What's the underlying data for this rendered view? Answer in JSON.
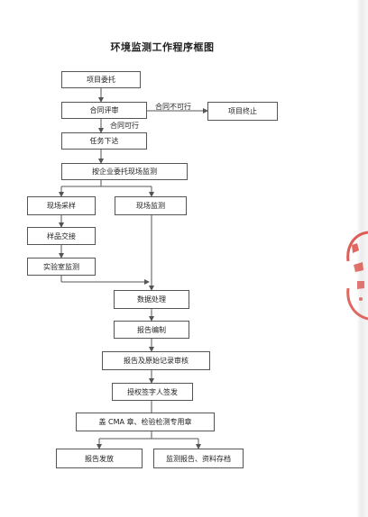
{
  "title": "环境监测工作程序框图",
  "nodes": {
    "entrust": "项目委托",
    "contract_review": "合同评审",
    "terminate": "项目终止",
    "task_issue": "任务下达",
    "onsite_monitoring": "按企业委托现场监测",
    "field_sampling": "现场采样",
    "field_monitoring": "现场监测",
    "sample_handover": "样品交接",
    "lab_monitoring": "实验室监测",
    "data_processing": "数据处理",
    "report_compile": "报告编制",
    "record_review": "报告及原始记录审核",
    "authorized_sign": "授权签字人签发",
    "stamp_seal": "盖 CMA 章、检验检测专用章",
    "report_issue": "报告发放",
    "archive": "监测报告、资料存档"
  },
  "edge_labels": {
    "not_feasible": "合同不可行",
    "feasible": "合同可行"
  },
  "colors": {
    "line": "#555555",
    "stamp": "#d8423a"
  }
}
